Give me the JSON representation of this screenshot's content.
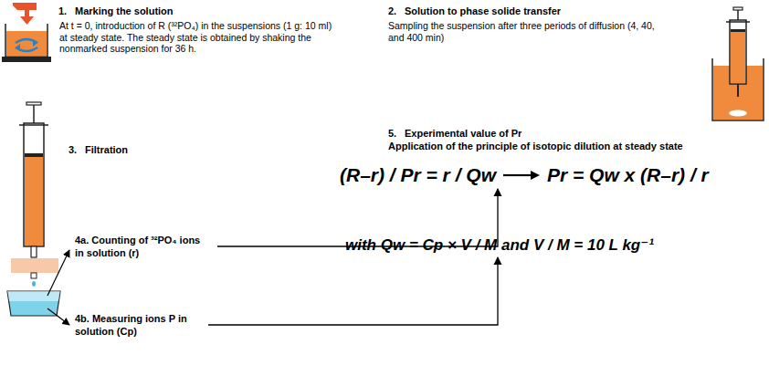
{
  "diagram": {
    "nodes": [
      {
        "text": [
          "(R–r) / Pr = r / Qw",
          "Pr = Qw x (R–r) / r"
        ]
      },
      {
        "text": [
          "4a. Counting of ³²PO₄ ions in solution (r)"
        ]
      },
      {
        "text": [
          "with Qw = Cp × V / M and V / M = 10 L kg⁻¹"
        ]
      },
      {
        "text": [
          "4b. Measuring ions P in solution (Cp)"
        ]
      }
    ],
    "edges": [
      {
        "from": 1,
        "to": 0,
        "arrow": "to"
      },
      {
        "from": 3,
        "to": 2,
        "arrow": "to"
      }
    ],
    "labels": [
      "1.",
      "Marking the solution",
      "At t = 0, introduction of R (³²PO₄) in the suspensions (1 g: 10 ml) at steady state. The steady state is obtained by shaking the nonmarked suspension for 36 h.",
      "2.",
      "Solution to phase solide transfer",
      "Sampling the suspension after three periods of diffusion (4, 40, and 400 min)",
      "3.",
      "Filtration",
      "5.",
      "Experimental value of Pr",
      "Application of the principle of isotopic dilution at steady state"
    ]
  }
}
